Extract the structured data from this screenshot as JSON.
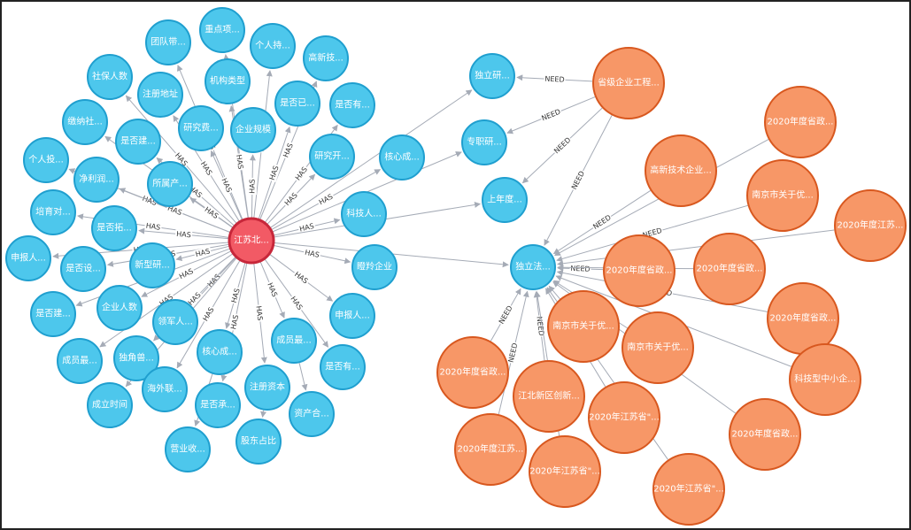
{
  "colors": {
    "center_fill": "#f25a65",
    "center_stroke": "#c7273a",
    "attr_fill": "#4dc7ec",
    "attr_stroke": "#1f9fcf",
    "policy_fill": "#f79767",
    "policy_stroke": "#d8581f",
    "edge": "#a5abb6"
  },
  "nodes": [
    {
      "id": "c",
      "label": "江苏北...",
      "type": "center"
    },
    {
      "id": "a1",
      "label": "重点项...",
      "type": "attr"
    },
    {
      "id": "a2",
      "label": "团队带...",
      "type": "attr"
    },
    {
      "id": "a3",
      "label": "个人持...",
      "type": "attr"
    },
    {
      "id": "a4",
      "label": "高新技...",
      "type": "attr"
    },
    {
      "id": "a5",
      "label": "社保人数",
      "type": "attr"
    },
    {
      "id": "a6",
      "label": "注册地址",
      "type": "attr"
    },
    {
      "id": "a7",
      "label": "机构类型",
      "type": "attr"
    },
    {
      "id": "a8",
      "label": "是否已...",
      "type": "attr"
    },
    {
      "id": "a9",
      "label": "是否有...",
      "type": "attr"
    },
    {
      "id": "a10",
      "label": "缴纳社...",
      "type": "attr"
    },
    {
      "id": "a11",
      "label": "研究费...",
      "type": "attr"
    },
    {
      "id": "a12",
      "label": "企业规模",
      "type": "attr"
    },
    {
      "id": "a13",
      "label": "是否建...",
      "type": "attr"
    },
    {
      "id": "a14",
      "label": "研究开...",
      "type": "attr"
    },
    {
      "id": "a15",
      "label": "核心成...",
      "type": "attr"
    },
    {
      "id": "a16",
      "label": "个人投...",
      "type": "attr"
    },
    {
      "id": "a17",
      "label": "净利润...",
      "type": "attr"
    },
    {
      "id": "a18",
      "label": "所属产...",
      "type": "attr"
    },
    {
      "id": "a19",
      "label": "培育对...",
      "type": "attr"
    },
    {
      "id": "a20",
      "label": "是否拓...",
      "type": "attr"
    },
    {
      "id": "a21",
      "label": "科技人...",
      "type": "attr"
    },
    {
      "id": "a22",
      "label": "申报人...",
      "type": "attr"
    },
    {
      "id": "a23",
      "label": "是否设...",
      "type": "attr"
    },
    {
      "id": "a24",
      "label": "新型研...",
      "type": "attr"
    },
    {
      "id": "a25",
      "label": "瞪羚企业",
      "type": "attr"
    },
    {
      "id": "a26",
      "label": "是否建...",
      "type": "attr"
    },
    {
      "id": "a27",
      "label": "企业人数",
      "type": "attr"
    },
    {
      "id": "a28",
      "label": "申报人...",
      "type": "attr"
    },
    {
      "id": "a29",
      "label": "领军人...",
      "type": "attr"
    },
    {
      "id": "a30",
      "label": "成员最...",
      "type": "attr"
    },
    {
      "id": "a31",
      "label": "独角兽...",
      "type": "attr"
    },
    {
      "id": "a32",
      "label": "核心成...",
      "type": "attr"
    },
    {
      "id": "a33",
      "label": "成员最...",
      "type": "attr"
    },
    {
      "id": "a34",
      "label": "是否有...",
      "type": "attr"
    },
    {
      "id": "a35",
      "label": "成立时间",
      "type": "attr"
    },
    {
      "id": "a36",
      "label": "海外联...",
      "type": "attr"
    },
    {
      "id": "a37",
      "label": "注册资本",
      "type": "attr"
    },
    {
      "id": "a38",
      "label": "是否承...",
      "type": "attr"
    },
    {
      "id": "a39",
      "label": "资产合...",
      "type": "attr"
    },
    {
      "id": "a40",
      "label": "营业收...",
      "type": "attr"
    },
    {
      "id": "a41",
      "label": "股东占比",
      "type": "attr"
    },
    {
      "id": "r1",
      "label": "独立研...",
      "type": "attr"
    },
    {
      "id": "r2",
      "label": "专职研...",
      "type": "attr"
    },
    {
      "id": "r3",
      "label": "上年度...",
      "type": "attr"
    },
    {
      "id": "r4",
      "label": "独立法...",
      "type": "attr"
    },
    {
      "id": "p1",
      "label": "省级企业工程...",
      "type": "policy"
    },
    {
      "id": "p2",
      "label": "2020年度省政...",
      "type": "policy"
    },
    {
      "id": "p3",
      "label": "高新技术企业...",
      "type": "policy"
    },
    {
      "id": "p4",
      "label": "南京市关于优...",
      "type": "policy"
    },
    {
      "id": "p5",
      "label": "2020年度江苏...",
      "type": "policy"
    },
    {
      "id": "p6",
      "label": "2020年度省政...",
      "type": "policy"
    },
    {
      "id": "p7",
      "label": "2020年度省政...",
      "type": "policy"
    },
    {
      "id": "p8",
      "label": "2020年度省政...",
      "type": "policy"
    },
    {
      "id": "p9",
      "label": "南京市关于优...",
      "type": "policy"
    },
    {
      "id": "p10",
      "label": "南京市关于优...",
      "type": "policy"
    },
    {
      "id": "p11",
      "label": "科技型中小企...",
      "type": "policy"
    },
    {
      "id": "p12",
      "label": "2020年度省政...",
      "type": "policy"
    },
    {
      "id": "p13",
      "label": "江北新区创新...",
      "type": "policy"
    },
    {
      "id": "p14",
      "label": "2020年江苏省\"...",
      "type": "policy"
    },
    {
      "id": "p15",
      "label": "2020年度省政...",
      "type": "policy"
    },
    {
      "id": "p16",
      "label": "2020年度江苏...",
      "type": "policy"
    },
    {
      "id": "p17",
      "label": "2020年江苏省\"...",
      "type": "policy"
    },
    {
      "id": "p18",
      "label": "2020年江苏省\"...",
      "type": "policy"
    }
  ],
  "edges": [
    {
      "from": "c",
      "to": "a1",
      "label": "HAS"
    },
    {
      "from": "c",
      "to": "a2",
      "label": "HAS"
    },
    {
      "from": "c",
      "to": "a3",
      "label": "HAS"
    },
    {
      "from": "c",
      "to": "a4",
      "label": "HAS"
    },
    {
      "from": "c",
      "to": "a5",
      "label": "HAS"
    },
    {
      "from": "c",
      "to": "a6",
      "label": "HAS"
    },
    {
      "from": "c",
      "to": "a7",
      "label": "HAS"
    },
    {
      "from": "c",
      "to": "a8",
      "label": "HAS"
    },
    {
      "from": "c",
      "to": "a9",
      "label": "HAS"
    },
    {
      "from": "c",
      "to": "a10",
      "label": "HAS"
    },
    {
      "from": "c",
      "to": "a11",
      "label": "HAS"
    },
    {
      "from": "c",
      "to": "a12",
      "label": "HAS"
    },
    {
      "from": "c",
      "to": "a13",
      "label": "HAS"
    },
    {
      "from": "c",
      "to": "a14",
      "label": "HAS"
    },
    {
      "from": "c",
      "to": "a15",
      "label": "HAS"
    },
    {
      "from": "c",
      "to": "a16",
      "label": "HAS"
    },
    {
      "from": "c",
      "to": "a17",
      "label": "HAS"
    },
    {
      "from": "c",
      "to": "a18",
      "label": "HAS"
    },
    {
      "from": "c",
      "to": "a19",
      "label": "HAS"
    },
    {
      "from": "c",
      "to": "a20",
      "label": "HAS"
    },
    {
      "from": "c",
      "to": "a21",
      "label": "HAS"
    },
    {
      "from": "c",
      "to": "a22",
      "label": "HAS"
    },
    {
      "from": "c",
      "to": "a23",
      "label": "HAS"
    },
    {
      "from": "c",
      "to": "a24",
      "label": "HAS"
    },
    {
      "from": "c",
      "to": "a25",
      "label": "HAS"
    },
    {
      "from": "c",
      "to": "a26",
      "label": "HAS"
    },
    {
      "from": "c",
      "to": "a27",
      "label": "HAS"
    },
    {
      "from": "c",
      "to": "a28",
      "label": "HAS"
    },
    {
      "from": "c",
      "to": "a29",
      "label": "HAS"
    },
    {
      "from": "c",
      "to": "a30",
      "label": "HAS"
    },
    {
      "from": "c",
      "to": "a31",
      "label": "HAS"
    },
    {
      "from": "c",
      "to": "a32",
      "label": "HAS"
    },
    {
      "from": "c",
      "to": "a33",
      "label": "HAS"
    },
    {
      "from": "c",
      "to": "a34",
      "label": "HAS"
    },
    {
      "from": "c",
      "to": "a35",
      "label": "HAS"
    },
    {
      "from": "c",
      "to": "a36",
      "label": "HAS"
    },
    {
      "from": "c",
      "to": "a37",
      "label": "HAS"
    },
    {
      "from": "c",
      "to": "a38",
      "label": "HAS"
    },
    {
      "from": "a32",
      "to": "a40",
      "label": ""
    },
    {
      "from": "a37",
      "to": "a41",
      "label": ""
    },
    {
      "from": "a33",
      "to": "a39",
      "label": ""
    },
    {
      "from": "c",
      "to": "r1",
      "label": ""
    },
    {
      "from": "c",
      "to": "r2",
      "label": ""
    },
    {
      "from": "c",
      "to": "r3",
      "label": ""
    },
    {
      "from": "c",
      "to": "r4",
      "label": ""
    },
    {
      "from": "p1",
      "to": "r1",
      "label": "NEED"
    },
    {
      "from": "p1",
      "to": "r2",
      "label": "NEED"
    },
    {
      "from": "p1",
      "to": "r3",
      "label": "NEED"
    },
    {
      "from": "p1",
      "to": "r4",
      "label": "NEED"
    },
    {
      "from": "p3",
      "to": "r4",
      "label": "NEED"
    },
    {
      "from": "p2",
      "to": "r4",
      "label": ""
    },
    {
      "from": "p4",
      "to": "r4",
      "label": "NEED"
    },
    {
      "from": "p5",
      "to": "r4",
      "label": ""
    },
    {
      "from": "p6",
      "to": "r4",
      "label": "NEED"
    },
    {
      "from": "p7",
      "to": "r4",
      "label": "NEED"
    },
    {
      "from": "p8",
      "to": "r4",
      "label": "NEED"
    },
    {
      "from": "p9",
      "to": "r4",
      "label": ""
    },
    {
      "from": "p10",
      "to": "r4",
      "label": ""
    },
    {
      "from": "p11",
      "to": "r4",
      "label": ""
    },
    {
      "from": "p12",
      "to": "r4",
      "label": "NEED"
    },
    {
      "from": "p13",
      "to": "r4",
      "label": "NEED"
    },
    {
      "from": "p14",
      "to": "r4",
      "label": "NEED"
    },
    {
      "from": "p15",
      "to": "r4",
      "label": ""
    },
    {
      "from": "p16",
      "to": "r4",
      "label": "NEED"
    },
    {
      "from": "p17",
      "to": "r4",
      "label": ""
    },
    {
      "from": "p18",
      "to": "r4",
      "label": ""
    }
  ]
}
